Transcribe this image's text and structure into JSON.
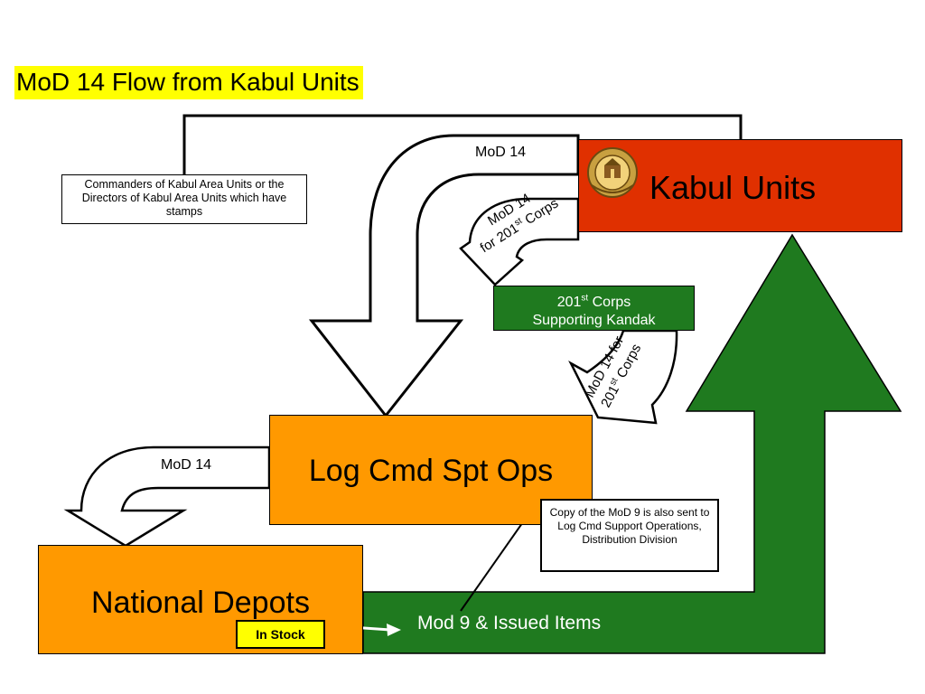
{
  "title": "MoD 14 Flow from Kabul Units",
  "nodes": {
    "kabul_units": "Kabul Units",
    "corps_201": {
      "line1_pre": "201",
      "line1_sup": "st",
      "line1_post": " Corps",
      "line2": "Supporting Kandak"
    },
    "log_cmd": "Log Cmd Spt Ops",
    "national_depots": "National Depots"
  },
  "notes": {
    "commanders": "Commanders of Kabul Area Units or the Directors of Kabul Area Units which have stamps",
    "copy_mod9": "Copy of the MoD 9 is also sent to Log Cmd Support Operations, Distribution Division",
    "in_stock": "In Stock"
  },
  "arrows": {
    "top_mod14": "MoD 14",
    "left_mod14": "MoD 14",
    "corps_a_line1": "MoD 14",
    "corps_a_line2_pre": "for 201",
    "corps_a_sup": "st",
    "corps_a_line2_post": " Corps",
    "corps_b_line1": "MoD 14 for",
    "corps_b_line2_pre": "201",
    "corps_b_sup": "st",
    "corps_b_line2_post": " Corps",
    "mod9_issued": "Mod 9 & Issued Items"
  },
  "colors": {
    "kabul_red": "#e03000",
    "green": "#1f7a1f",
    "orange": "#ff9900",
    "yellow": "#ffff00"
  },
  "icons": {
    "emblem": "afghan-national-emblem"
  }
}
